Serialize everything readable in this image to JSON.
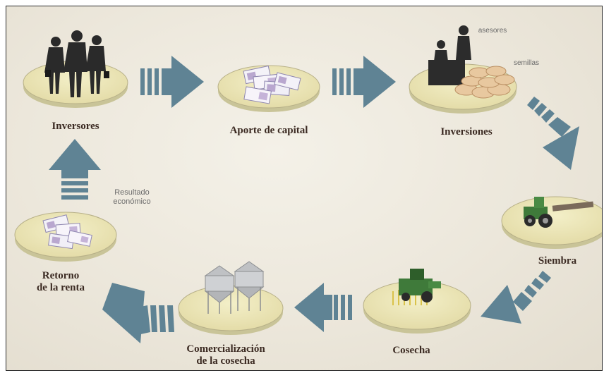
{
  "nodes": {
    "inversores": {
      "label": "Inversores"
    },
    "aporte": {
      "label": "Aporte de capital"
    },
    "inversiones": {
      "label": "Inversiones",
      "note_asesores": "asesores",
      "note_semillas": "semillas"
    },
    "siembra": {
      "label": "Siembra"
    },
    "cosecha": {
      "label": "Cosecha"
    },
    "comercializacion": {
      "label_line1": "Comercialización",
      "label_line2": "de la cosecha"
    },
    "retorno": {
      "label_line1": "Retorno",
      "label_line2": "de la renta"
    }
  },
  "notes": {
    "resultado_line1": "Resultado",
    "resultado_line2": "económico"
  },
  "colors": {
    "arrow": "#5f8394",
    "disc_top": "#ece6b6",
    "disc_side": "#c9c498",
    "label": "#3b2a22"
  }
}
